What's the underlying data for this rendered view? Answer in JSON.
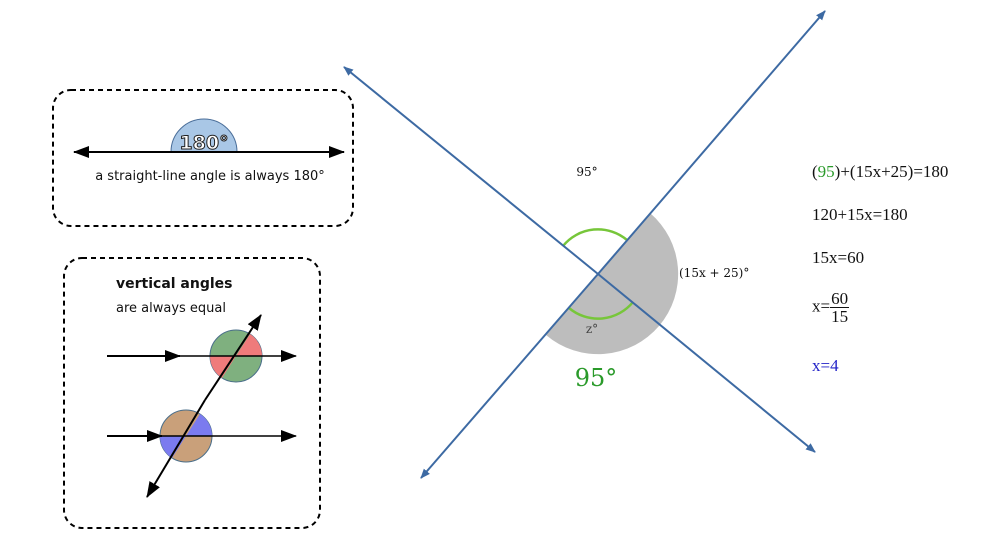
{
  "panels": {
    "straight_line": {
      "badge": "180°",
      "caption": "a straight-line angle is always 180°"
    },
    "vertical_angles": {
      "title": "vertical angles",
      "subtitle": "are always equal"
    }
  },
  "diagram": {
    "label_top": "95°",
    "label_right": "(15x + 25)°",
    "label_z": "z°",
    "label_bottom": "95°"
  },
  "solution": {
    "line1_a": "95",
    "line1_b": "+(15x+25)=180",
    "line2": "120+15x=180",
    "line3": "15x=60",
    "line4_lhs": "x=",
    "line4_num": "60",
    "line4_den": "15",
    "line5": "x=4"
  },
  "colors": {
    "line": "#3d6aa3",
    "green": "#2a9a2a",
    "arc": "#77c63a",
    "gray": "#bdbdbd",
    "blue": "#2323c8"
  }
}
